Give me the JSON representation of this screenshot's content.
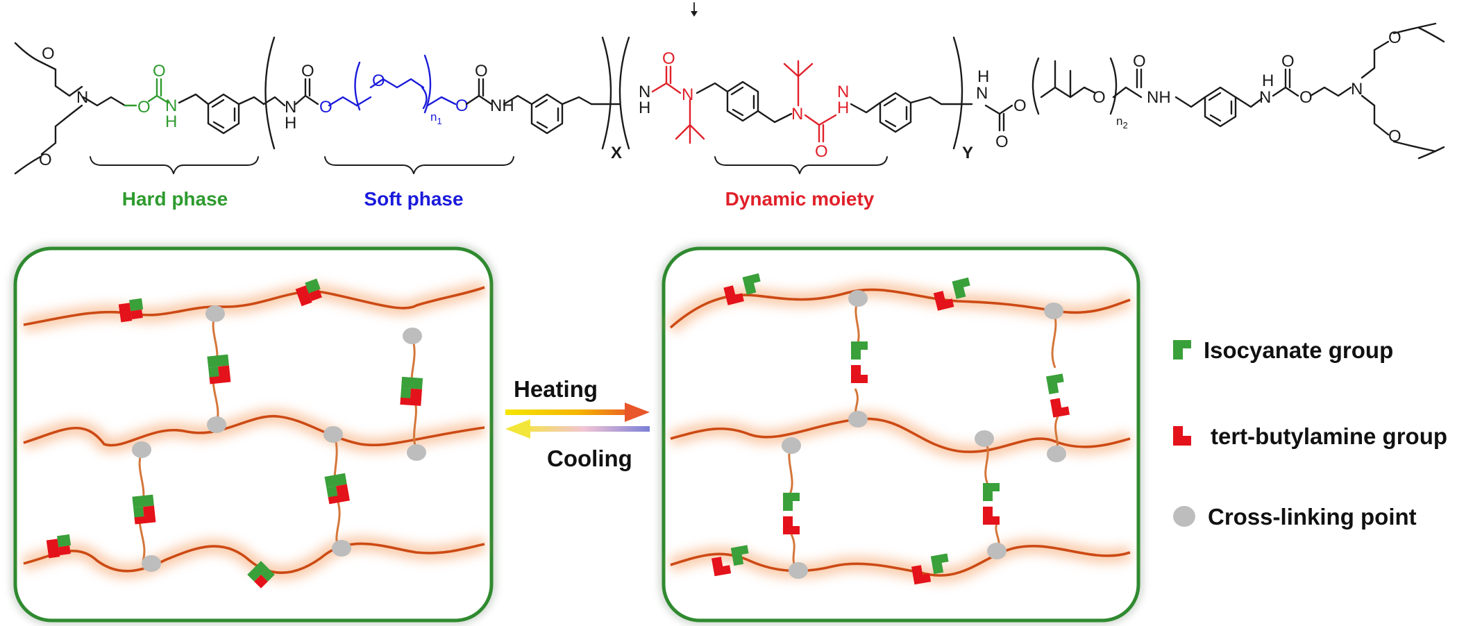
{
  "colors": {
    "hard": "#2e9b2e",
    "soft": "#1a1adb",
    "dynamic": "#e0202a",
    "structure": "#1a1a1a",
    "panel_border": "#2f8a2f",
    "chain": "#cc4a14",
    "chain_glow": "#f6a46c",
    "isocyanate": "#3aa03a",
    "amine": "#e4121a",
    "crosslink": "#bdbdbd"
  },
  "formula": {
    "atoms": {
      "N": "N",
      "O": "O",
      "NH": "NH",
      "H": "H"
    },
    "subscripts": {
      "n1": "n",
      "n1_index": "1",
      "n2": "n",
      "n2_index": "2",
      "x": "X",
      "y": "Y"
    },
    "labels": {
      "hard_phase": "Hard phase",
      "soft_phase": "Soft phase",
      "dynamic_moiety": "Dynamic moiety"
    }
  },
  "arrows": {
    "heating": "Heating",
    "cooling": "Cooling"
  },
  "legend": {
    "items": [
      {
        "icon": "isocyanate-group-icon",
        "label": "Isocyanate group"
      },
      {
        "icon": "tert-butylamine-group-icon",
        "label": "tert-butylamine group"
      },
      {
        "icon": "cross-linking-point-icon",
        "label": "Cross-linking point"
      }
    ]
  }
}
